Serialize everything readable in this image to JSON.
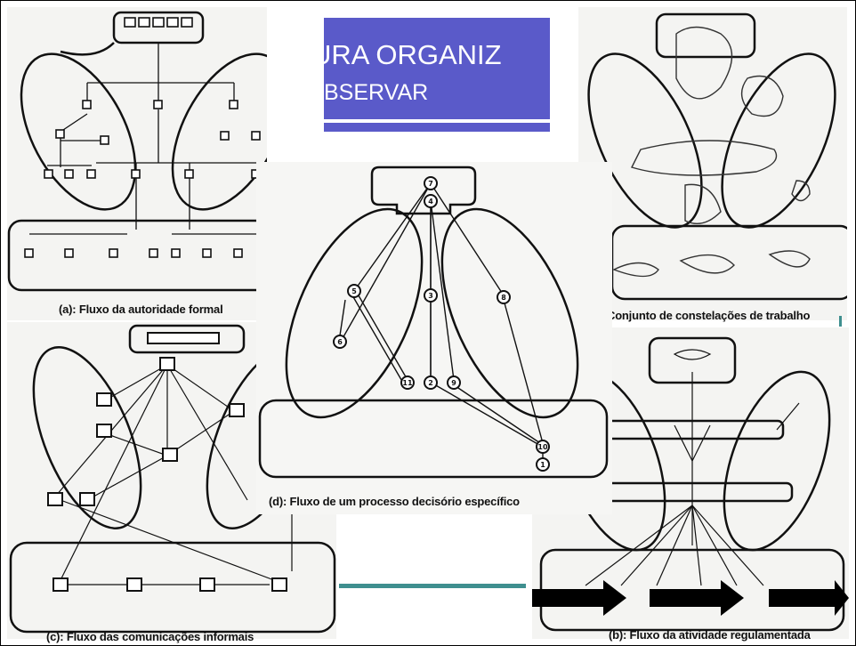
{
  "slide": {
    "title_line1": "URA ORGANIZ",
    "title_line2": "BSERVAR",
    "accent_color": "#5a5ac9",
    "connector_color": "#3f8f8f"
  },
  "panels": {
    "a": {
      "caption": "(a): Fluxo da autoridade formal"
    },
    "constellations": {
      "caption": "Conjunto de constelações de trabalho"
    },
    "d": {
      "caption": "(d): Fluxo de um processo decisório específico",
      "nodes": [
        "7",
        "4",
        "5",
        "3",
        "8",
        "6",
        "11",
        "2",
        "9",
        "10",
        "1"
      ]
    },
    "c": {
      "caption": "(c): Fluxo das comunicações informais"
    },
    "b": {
      "caption": "(b): Fluxo da atividade regulamentada"
    }
  }
}
